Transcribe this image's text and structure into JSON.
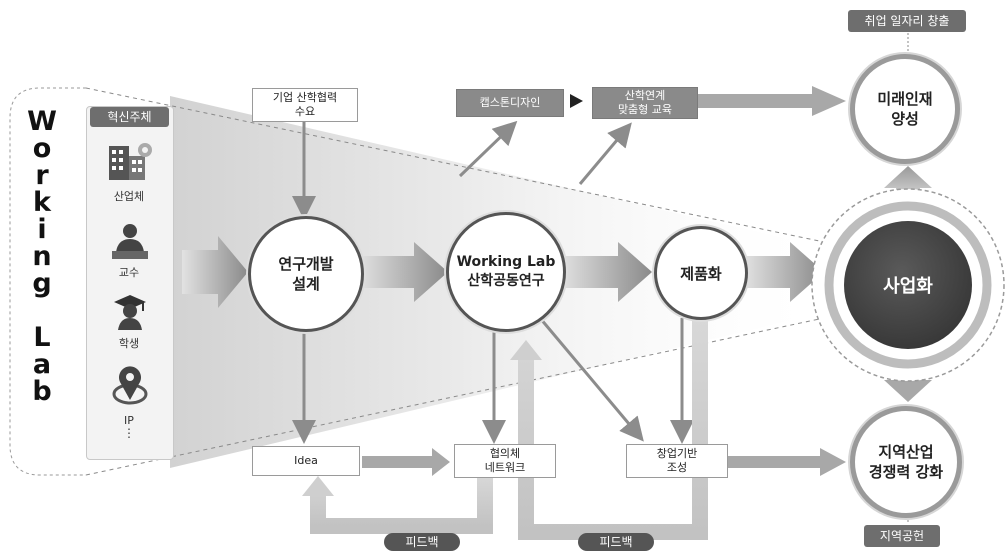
{
  "side_title": {
    "letters_word1": [
      "W",
      "o",
      "r",
      "k",
      "i",
      "n",
      "g"
    ],
    "letters_word2": [
      "L",
      "a",
      "b"
    ]
  },
  "innovation": {
    "header": "혁신주체",
    "roles": [
      {
        "label": "산업체",
        "icon": "building-gear-icon"
      },
      {
        "label": "교수",
        "icon": "professor-icon"
      },
      {
        "label": "학생",
        "icon": "graduate-icon"
      },
      {
        "label": "IP",
        "icon": "location-pin-icon"
      }
    ],
    "more": "⋮"
  },
  "top_boxes": {
    "demand": [
      "기업 산학협력",
      "수요"
    ],
    "capstone": "캡스톤디자인",
    "education": [
      "산학연계",
      "맞춤형 교육"
    ]
  },
  "process": {
    "rnd": [
      "연구개발",
      "설계"
    ],
    "lab": [
      "Working Lab",
      "산학공동연구"
    ],
    "product": "제품화"
  },
  "bottom_boxes": {
    "idea": "Idea",
    "network": [
      "협의체",
      "네트워크"
    ],
    "startup": [
      "창업기반",
      "조성"
    ]
  },
  "outcomes": {
    "talent": [
      "미래인재",
      "양성"
    ],
    "commercial": "사업화",
    "regional": [
      "지역산업",
      "경쟁력 강화"
    ]
  },
  "tags": {
    "jobs": "취업 일자리 창출",
    "contribution": "지역공헌",
    "feedback": "피드백"
  },
  "colors": {
    "arrow_dark": "#8c8c8c",
    "arrow_light": "#c8c8c8",
    "tag_bg": "#6e6e6e",
    "commercial_core": "#444444"
  }
}
